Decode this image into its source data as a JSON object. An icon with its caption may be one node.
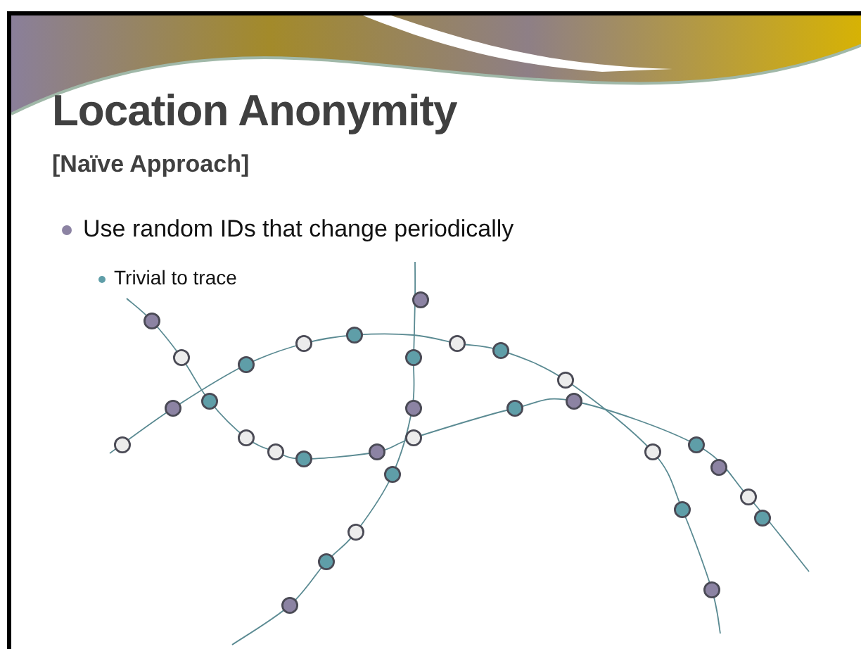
{
  "diagram": {
    "title": "Location Anonymity",
    "labels": [
      "[Naïve Approach]",
      "Use random IDs that change periodically",
      "Trivial to trace"
    ]
  }
}
